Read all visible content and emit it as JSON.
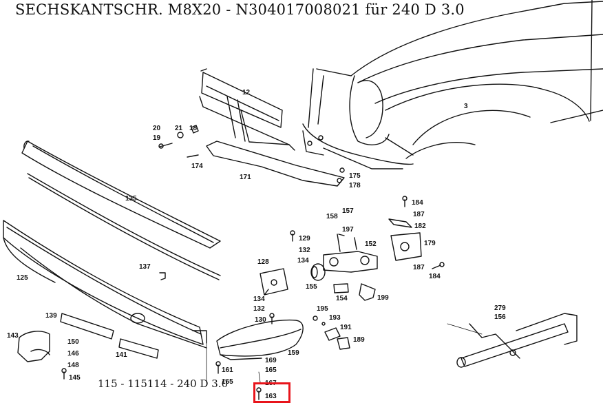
{
  "header": {
    "title": "SECHSKANTSCHR. M8X20 - N304017008021 für 240 D 3.0"
  },
  "footer": {
    "caption": "115 - 115114 - 240 D 3.0"
  },
  "highlight": {
    "part": "163",
    "color": "#e8141b"
  },
  "parts": {
    "p3": "3",
    "p12": "12",
    "p18": "18",
    "p19": "19",
    "p20": "20",
    "p21": "21",
    "p125": "125",
    "p128": "128",
    "p129": "129",
    "p130": "130",
    "p132a": "132",
    "p132b": "132",
    "p134a": "134",
    "p134b": "134",
    "p135": "135",
    "p137": "137",
    "p139": "139",
    "p141": "141",
    "p143": "143",
    "p145": "145",
    "p146": "146",
    "p148": "148",
    "p150": "150",
    "p152": "152",
    "p154": "154",
    "p155": "155",
    "p156": "156",
    "p157": "157",
    "p158": "158",
    "p159": "159",
    "p161": "161",
    "p163": "163",
    "p165a": "165",
    "p165b": "165",
    "p167": "167",
    "p169": "169",
    "p171": "171",
    "p174": "174",
    "p175": "175",
    "p178": "178",
    "p179": "179",
    "p182": "182",
    "p184a": "184",
    "p184b": "184",
    "p187a": "187",
    "p187b": "187",
    "p189": "189",
    "p191": "191",
    "p193": "193",
    "p195": "195",
    "p197": "197",
    "p199": "199",
    "p279": "279"
  }
}
